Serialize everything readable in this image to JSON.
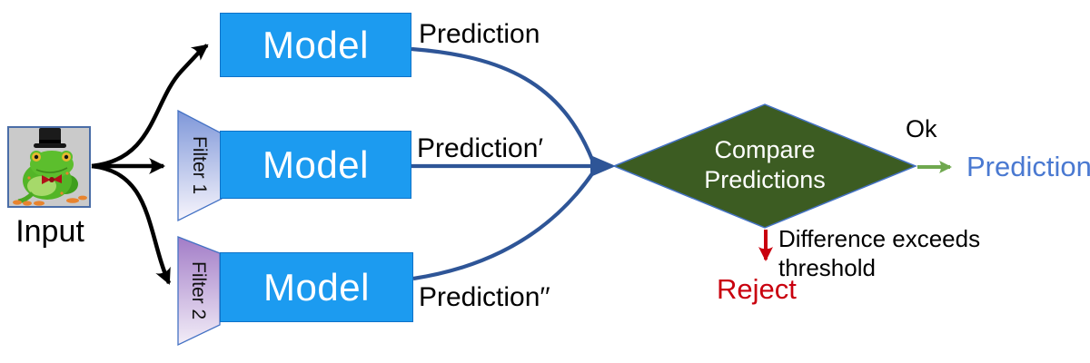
{
  "diagram": {
    "input": {
      "label": "Input",
      "image_alt": "frog wearing top hat and bow tie"
    },
    "models": [
      {
        "label": "Model",
        "output_label": "Prediction"
      },
      {
        "label": "Model",
        "output_label": "Prediction′"
      },
      {
        "label": "Model",
        "output_label": "Prediction′′"
      }
    ],
    "filters": [
      {
        "label": "Filter 1"
      },
      {
        "label": "Filter 2"
      }
    ],
    "decision": {
      "line1": "Compare",
      "line2": "Predictions"
    },
    "outcomes": {
      "ok_label": "Ok",
      "accept_label": "Prediction",
      "reject_condition_line1": "Difference exceeds",
      "reject_condition_line2": "threshold",
      "reject_label": "Reject"
    },
    "colors": {
      "model_box": "#1C9BF0",
      "decision_diamond": "#3C5C22",
      "connector_blue": "#2E5597",
      "accept_text": "#4A79D1",
      "ok_arrow": "#6FA84F",
      "reject_red": "#C9000E",
      "input_arrow": "#000000"
    }
  }
}
